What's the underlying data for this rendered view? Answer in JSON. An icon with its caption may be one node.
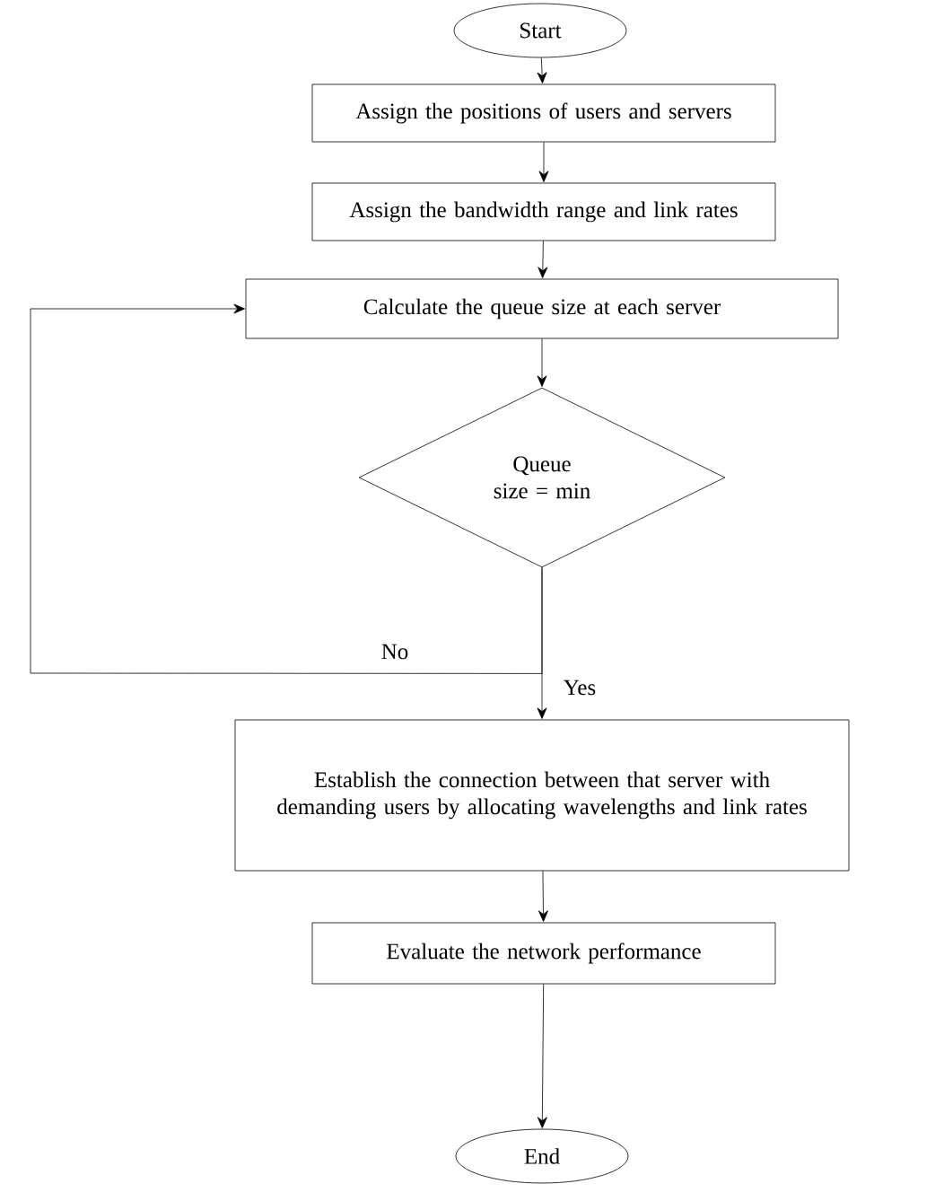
{
  "diagram": {
    "nodes": [
      {
        "text": [
          "Start"
        ]
      },
      {
        "text": [
          "Assign the positions of users and servers"
        ]
      },
      {
        "text": [
          "Assign the bandwidth range and link rates"
        ]
      },
      {
        "text": [
          "Calculate the queue size at each server"
        ]
      },
      {
        "text": [
          "Queue size = min"
        ]
      },
      {
        "text": [
          "Establish the connection between that server with demanding users by allocating wavelengths and link rates"
        ]
      },
      {
        "text": [
          "Evaluate the network performance"
        ]
      },
      {
        "text": [
          "End"
        ]
      }
    ],
    "edges": [
      {
        "from": 0,
        "to": 1,
        "arrow": "to"
      },
      {
        "from": 1,
        "to": 2,
        "arrow": "to"
      },
      {
        "from": 2,
        "to": 3,
        "arrow": "to"
      },
      {
        "from": 3,
        "to": 4,
        "arrow": "to"
      },
      {
        "from": 4,
        "to": 5,
        "arrow": "to",
        "label": "Yes"
      },
      {
        "from": 4,
        "to": 3,
        "arrow": "to",
        "label": "No"
      },
      {
        "from": 5,
        "to": 6,
        "arrow": "to"
      },
      {
        "from": 6,
        "to": 7,
        "arrow": "to"
      }
    ]
  }
}
